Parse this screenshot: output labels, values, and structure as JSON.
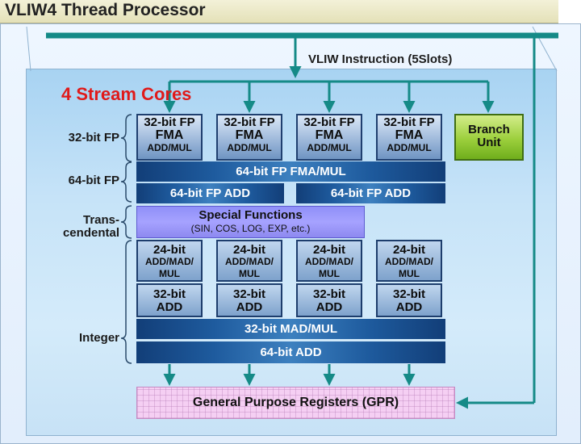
{
  "title": "VLIW4 Thread Processor",
  "instruction_label": "VLIW Instruction (5Slots)",
  "cores_title": "4 Stream Cores",
  "side_labels": {
    "fp32": "32-bit FP",
    "fp64": "64-bit FP",
    "transcendental_line1": "Trans-",
    "transcendental_line2": "cendental",
    "integer": "Integer"
  },
  "fp32_cores": [
    {
      "line1": "32-bit FP",
      "line2": "FMA",
      "line3": "ADD/MUL"
    },
    {
      "line1": "32-bit FP",
      "line2": "FMA",
      "line3": "ADD/MUL"
    },
    {
      "line1": "32-bit FP",
      "line2": "FMA",
      "line3": "ADD/MUL"
    },
    {
      "line1": "32-bit FP",
      "line2": "FMA",
      "line3": "ADD/MUL"
    }
  ],
  "branch_unit": {
    "line1": "Branch",
    "line2": "Unit"
  },
  "fp64": {
    "fma_mul": "64-bit FP FMA/MUL",
    "add": "64-bit FP ADD"
  },
  "special_functions": {
    "title": "Special Functions",
    "subtitle": "(SIN, COS, LOG, EXP, etc.)"
  },
  "int_cores": [
    {
      "line1": "24-bit",
      "line2": "ADD/MAD/",
      "line3": "MUL",
      "add1": "32-bit",
      "add2": "ADD"
    },
    {
      "line1": "24-bit",
      "line2": "ADD/MAD/",
      "line3": "MUL",
      "add1": "32-bit",
      "add2": "ADD"
    },
    {
      "line1": "24-bit",
      "line2": "ADD/MAD/",
      "line3": "MUL",
      "add1": "32-bit",
      "add2": "ADD"
    },
    {
      "line1": "24-bit",
      "line2": "ADD/MAD/",
      "line3": "MUL",
      "add1": "32-bit",
      "add2": "ADD"
    }
  ],
  "int_bars": {
    "mad_mul": "32-bit MAD/MUL",
    "add64": "64-bit ADD"
  },
  "gpr": "General Purpose Registers (GPR)",
  "colors": {
    "accent_red": "#e01a1a",
    "line_teal": "#158a87",
    "branch_green": "#9ccf3c",
    "special_purple": "#a6a2ff",
    "gpr_pink": "#f5cff3",
    "core_navy": "#1f3f6f"
  }
}
